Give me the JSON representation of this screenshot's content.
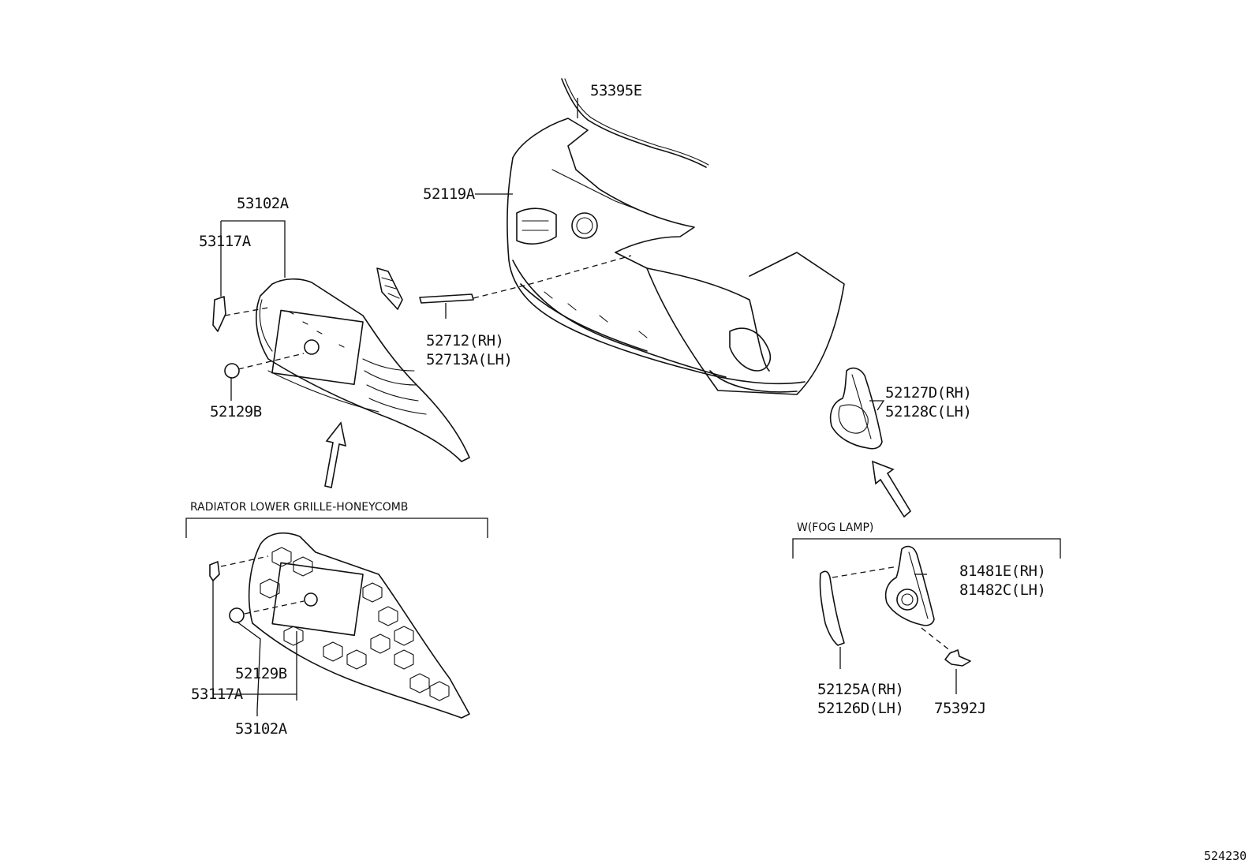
{
  "groups": {
    "honeycomb_caption": "RADIATOR LOWER GRILLE-HONEYCOMB",
    "fog_lamp_caption": "W(FOG LAMP)"
  },
  "parts": {
    "p53395E": "53395E",
    "p52119A": "52119A",
    "p53102A_top": "53102A",
    "p53117A_top": "53117A",
    "p52129B_top": "52129B",
    "p52712": "52712(RH)",
    "p52713A": "52713A(LH)",
    "p52127D": "52127D(RH)",
    "p52128C": "52128C(LH)",
    "p52129B_hc": "52129B",
    "p53117A_hc": "53117A",
    "p53102A_hc": "53102A",
    "p81481E": "81481E(RH)",
    "p81482C": "81482C(LH)",
    "p52125A": "52125A(RH)",
    "p52126D": "52126D(LH)",
    "p75392J": "75392J"
  },
  "figure_id": "524230"
}
